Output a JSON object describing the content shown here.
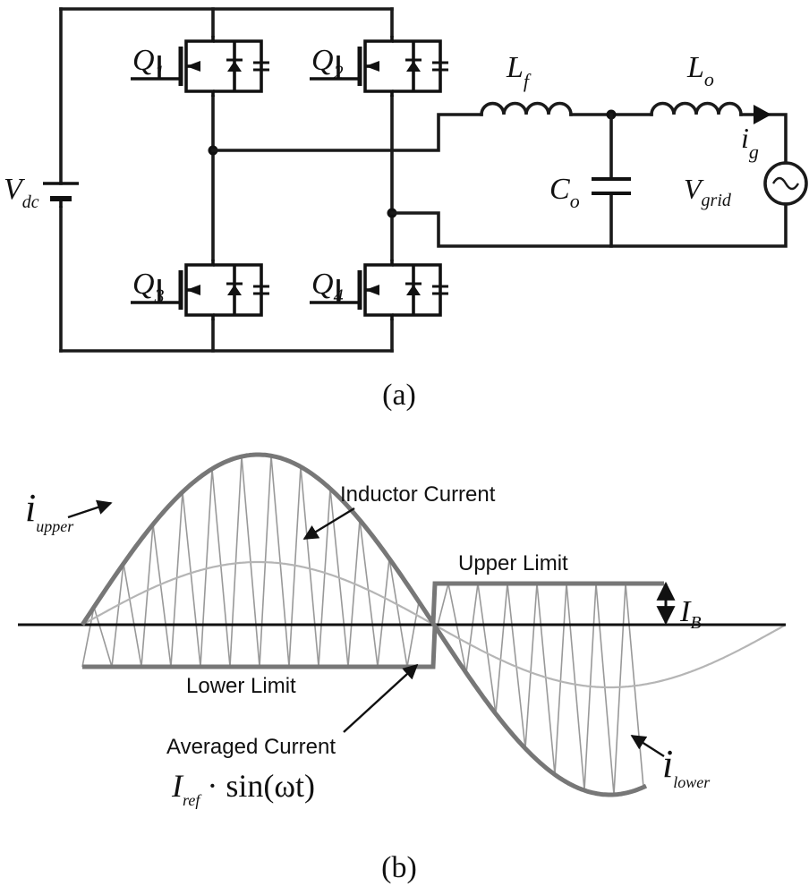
{
  "circuit": {
    "caption": "(a)",
    "vdc": {
      "main": "V",
      "sub": "dc"
    },
    "switches": [
      {
        "main": "Q",
        "sub": "1"
      },
      {
        "main": "Q",
        "sub": "2"
      },
      {
        "main": "Q",
        "sub": "3"
      },
      {
        "main": "Q",
        "sub": "4"
      }
    ],
    "lf": {
      "main": "L",
      "sub": "f"
    },
    "lo": {
      "main": "L",
      "sub": "o"
    },
    "co": {
      "main": "C",
      "sub": "o"
    },
    "ig": {
      "main": "i",
      "sub": "g"
    },
    "vgrid": {
      "main": "V",
      "sub": "grid"
    }
  },
  "waveform": {
    "caption": "(b)",
    "inductor_current": "Inductor Current",
    "upper_limit": "Upper Limit",
    "lower_limit": "Lower Limit",
    "averaged_current": "Averaged Current",
    "iref_main": "I",
    "iref_sub": "ref",
    "iref_rest": "· sin(ωt)",
    "ib": {
      "main": "I",
      "sub": "B"
    },
    "iupper": {
      "main": "i",
      "sub": "upper"
    },
    "ilower": {
      "main": "i",
      "sub": "lower"
    }
  }
}
